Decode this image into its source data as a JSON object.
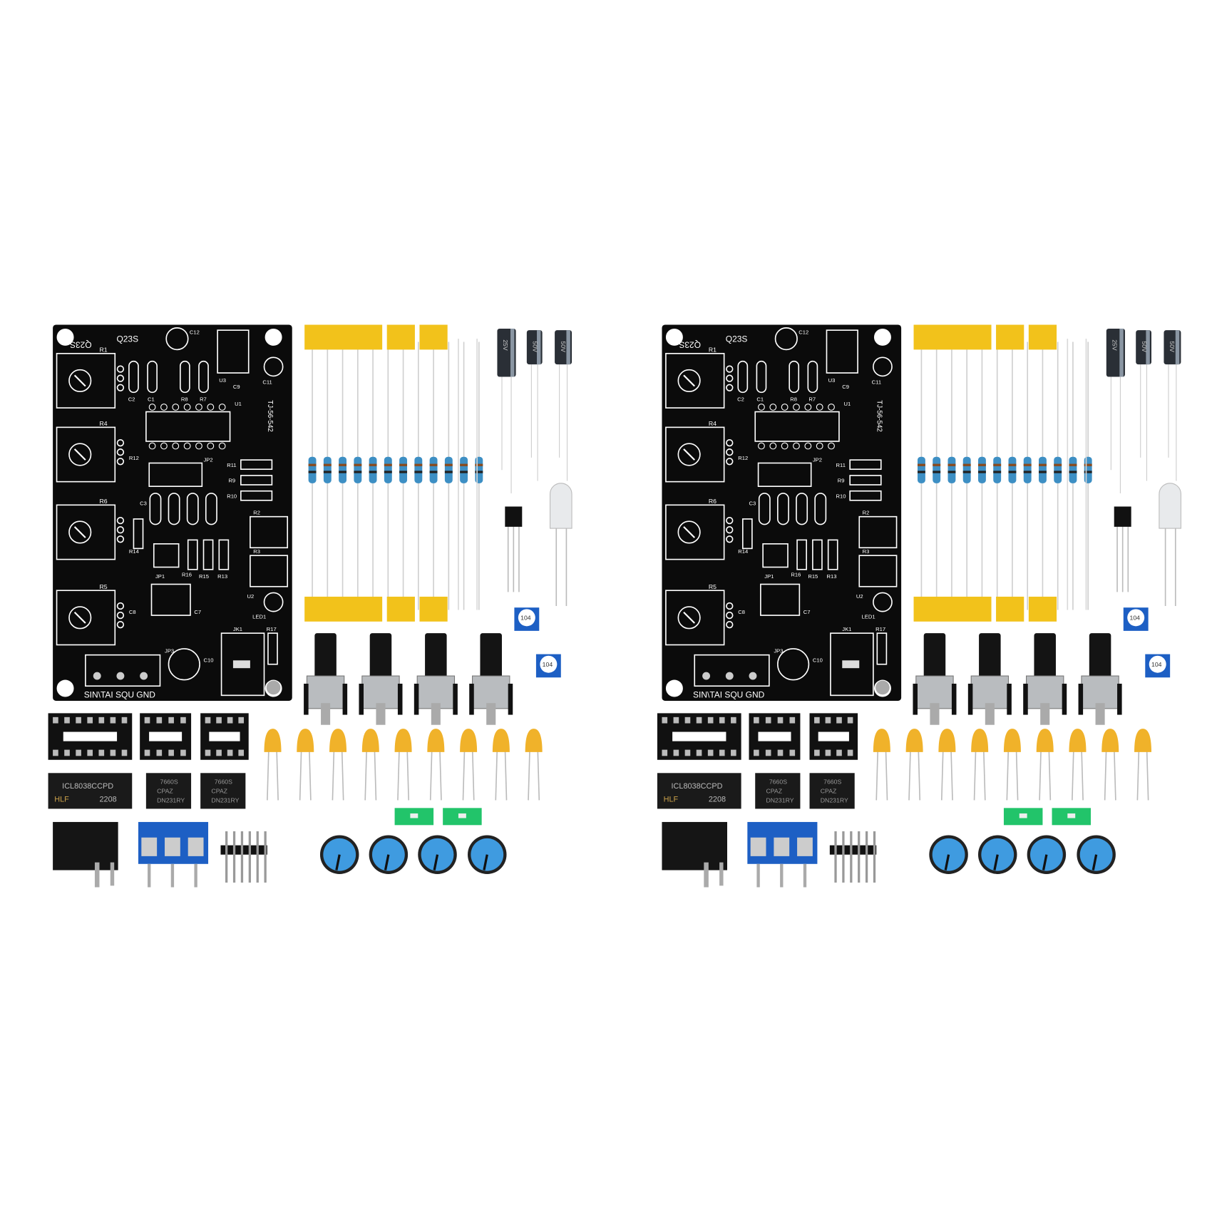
{
  "kits": [
    {
      "name": "kit-left"
    },
    {
      "name": "kit-right"
    }
  ],
  "board": {
    "code": "Q23S",
    "model": "TJ-56-542",
    "output_labels": "SIN\\TAI SQU GND",
    "silkscreen": [
      "R1",
      "R4",
      "R6",
      "R5",
      "C1",
      "C2",
      "R8",
      "R7",
      "U1",
      "U3",
      "C9",
      "C11",
      "C12",
      "R12",
      "JP2",
      "R11",
      "R9",
      "R10",
      "C3",
      "R2",
      "R3",
      "R14",
      "JP1",
      "R16",
      "R15",
      "R13",
      "U2",
      "LED1",
      "C8",
      "C7",
      "JK1",
      "R17",
      "JP3",
      "C10"
    ]
  },
  "ics": {
    "main_chip": {
      "line1": "ICL8038CCPD",
      "brand": "HLF",
      "date": "2208"
    },
    "small_chip": {
      "line1": "7660S",
      "line2": "CPAZ",
      "line3": "DN231RY"
    }
  },
  "trimpot_label": "104",
  "electrolytic_labels": [
    "25V",
    "50V",
    "50V"
  ],
  "colors": {
    "pcb": "#0b0b0b",
    "tape": "#f2c21b",
    "resistor": "#3d8fc4",
    "ceramic_cap": "#f0b22a",
    "knob": "#3f9be0",
    "terminal": "#1d5fc4",
    "jumper": "#22c46a"
  },
  "counts": {
    "resistors": 12,
    "ceramic_caps": 9,
    "pots": 4,
    "knobs": 4
  }
}
